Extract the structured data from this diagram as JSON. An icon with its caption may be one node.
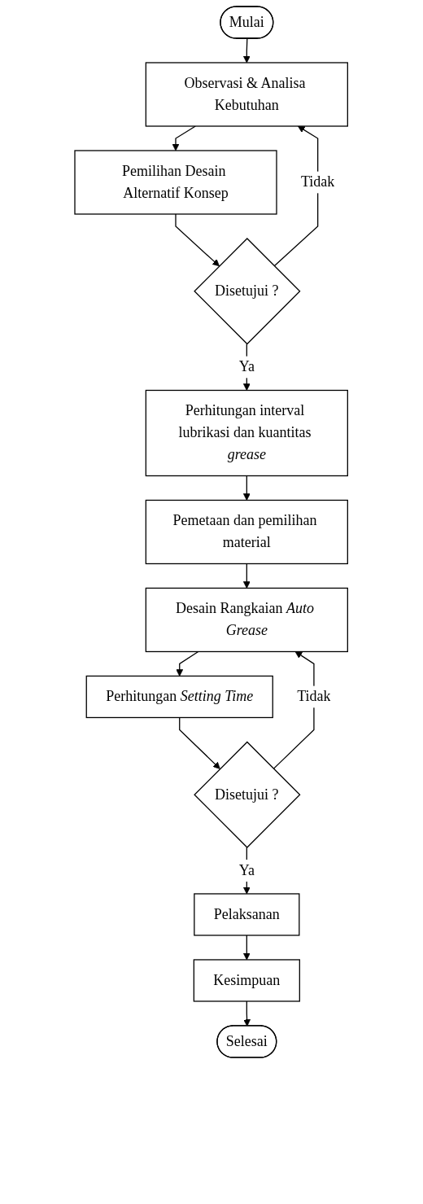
{
  "diagram": {
    "nodes": [
      {
        "text": [
          "Mulai"
        ]
      },
      {
        "text": [
          "Observasi & Analisa Kebutuhan"
        ]
      },
      {
        "text": [
          "Pemilihan Desain Alternatif Konsep"
        ]
      },
      {
        "text": [
          "Disetujui ?"
        ]
      },
      {
        "text": [
          "Perhitungan interval lubrikasi dan kuantitas *grease*"
        ]
      },
      {
        "text": [
          "Pemetaan dan pemilihan material"
        ]
      },
      {
        "text": [
          "Desain Rangkaian *Auto Grease*"
        ]
      },
      {
        "text": [
          "Perhitungan *Setting Time*"
        ]
      },
      {
        "text": [
          "Disetujui ?"
        ]
      },
      {
        "text": [
          "Pelaksanan"
        ]
      },
      {
        "text": [
          "Kesimpuan"
        ]
      },
      {
        "text": [
          "Selesai"
        ]
      }
    ],
    "edges": [
      {
        "from": 0,
        "to": 1,
        "arrow": "to"
      },
      {
        "from": 1,
        "to": 2,
        "arrow": "to"
      },
      {
        "from": 2,
        "to": 3,
        "arrow": "to"
      },
      {
        "from": 3,
        "to": 4,
        "label": "Ya",
        "arrow": "to"
      },
      {
        "from": 3,
        "to": 1,
        "label": "Tidak",
        "arrow": "to"
      },
      {
        "from": 4,
        "to": 5,
        "arrow": "to"
      },
      {
        "from": 5,
        "to": 6,
        "arrow": "to"
      },
      {
        "from": 6,
        "to": 7,
        "arrow": "to"
      },
      {
        "from": 7,
        "to": 8,
        "arrow": "to"
      },
      {
        "from": 8,
        "to": 9,
        "label": "Ya",
        "arrow": "to"
      },
      {
        "from": 8,
        "to": 6,
        "label": "Tidak",
        "arrow": "to"
      },
      {
        "from": 9,
        "to": 10,
        "arrow": "to"
      },
      {
        "from": 10,
        "to": 11,
        "arrow": "to"
      }
    ]
  }
}
